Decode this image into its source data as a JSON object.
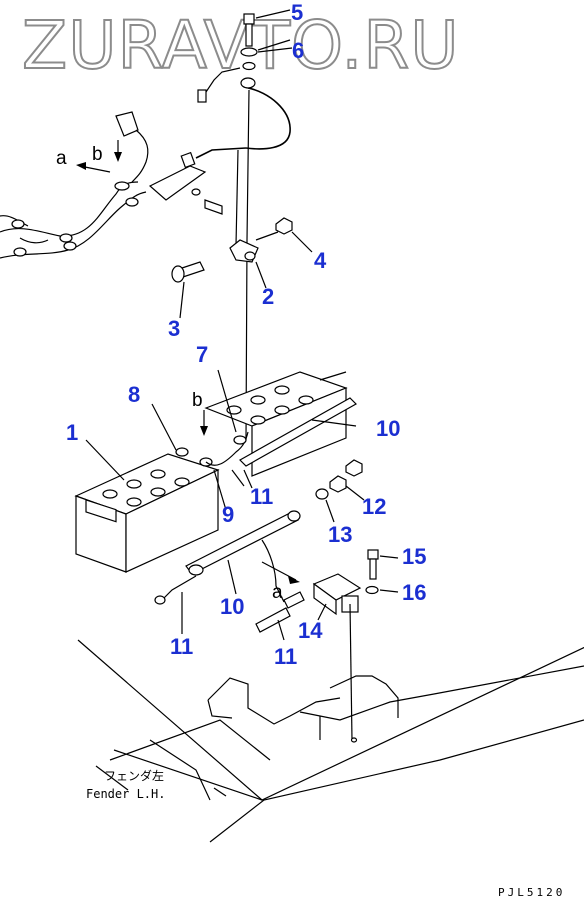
{
  "watermark": "ZURAVTO.RU",
  "fender_caption": {
    "jp": "フェンダ左",
    "en": "Fender L.H."
  },
  "drawing_code": "PJL5120",
  "callouts": {
    "n1": "1",
    "n2": "2",
    "n3": "3",
    "n4": "4",
    "n5": "5",
    "n6": "6",
    "n7": "7",
    "n8": "8",
    "n9": "9",
    "n10a": "10",
    "n10b": "10",
    "n11a": "11",
    "n11b": "11",
    "n11c": "11",
    "n12": "12",
    "n13": "13",
    "n14": "14",
    "n15": "15",
    "n16": "16"
  },
  "view_letters": {
    "a_top": "a",
    "b_top": "b",
    "b_mid": "b",
    "a_low": "a"
  },
  "colors": {
    "callout": "#1b2fd1",
    "watermark_outline": "#8c8c8c",
    "line": "#000000"
  }
}
